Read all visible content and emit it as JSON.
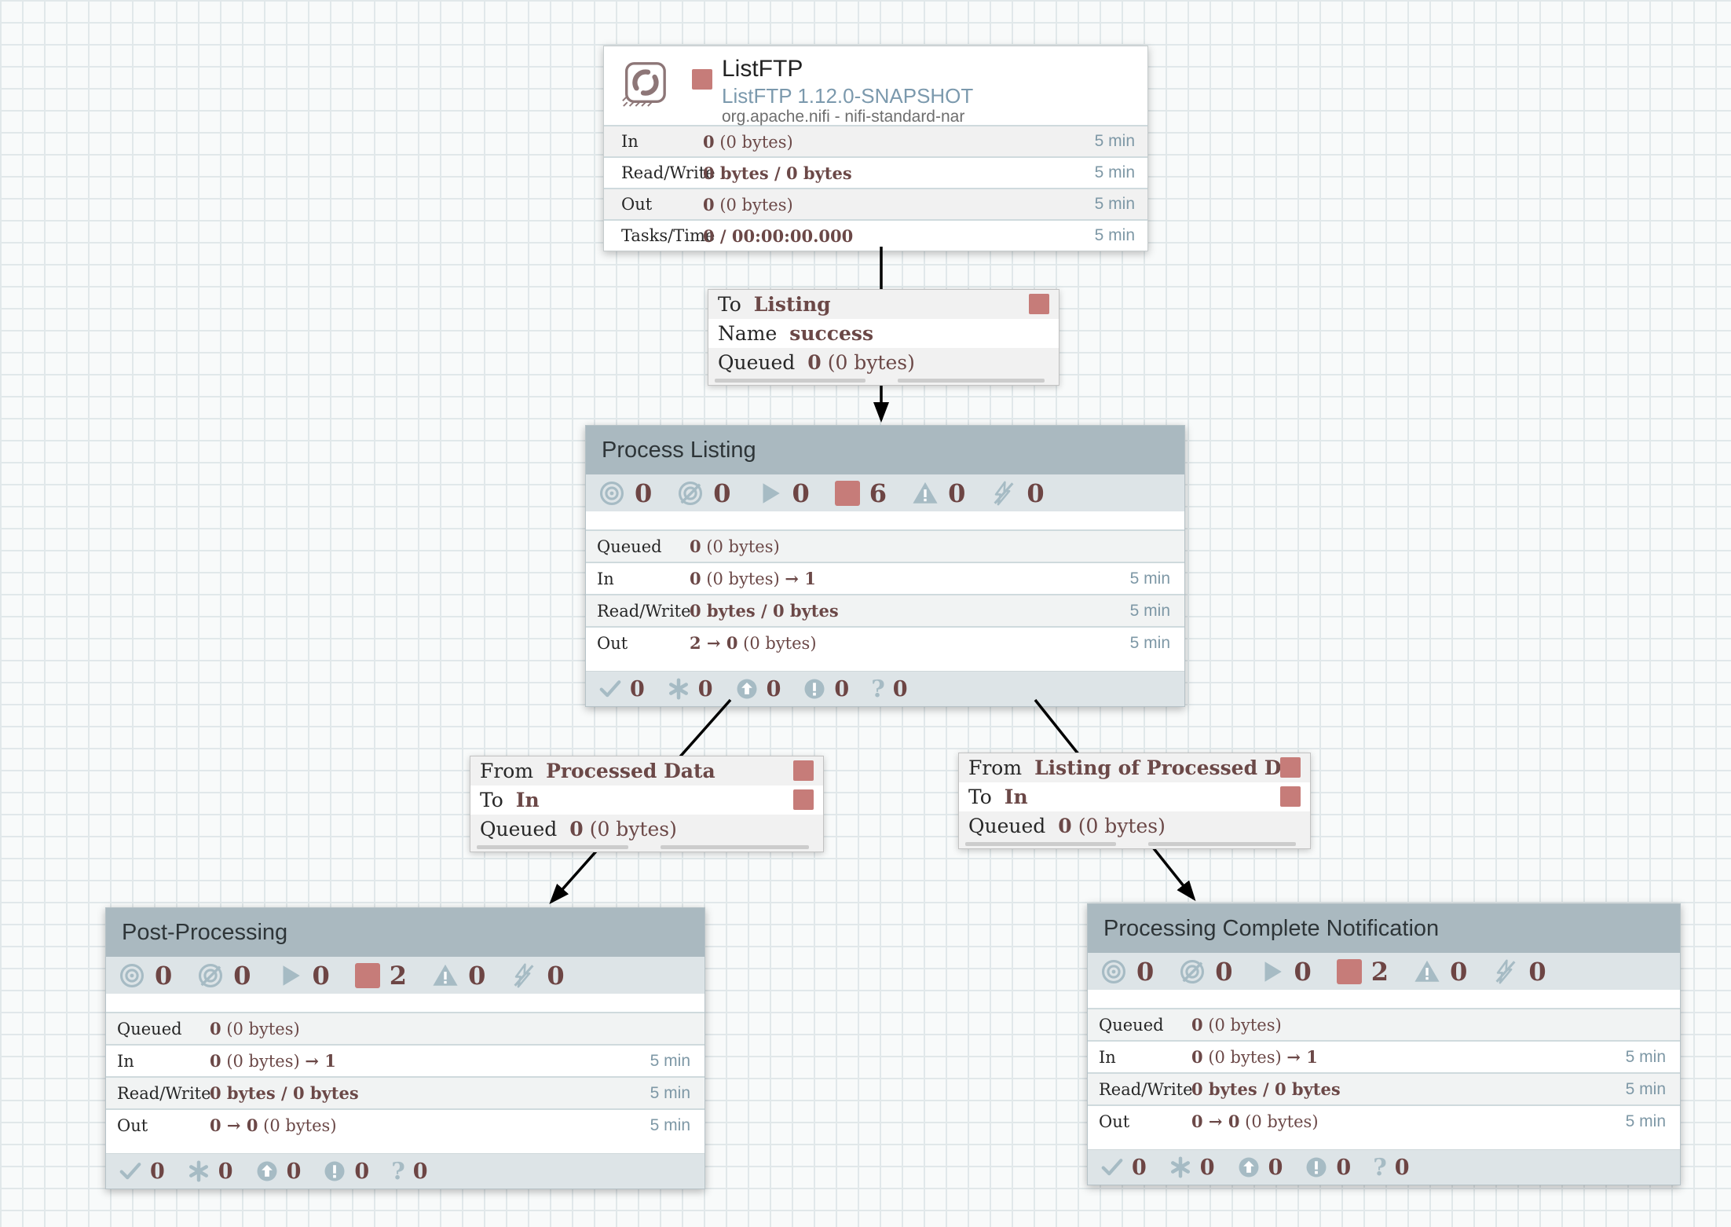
{
  "colors": {
    "stopped_red": "#c67c79",
    "icon_blue_gray": "#a6bbc4",
    "count_maroon": "#6d4544",
    "time_blue": "#7e98a6",
    "group_header_bg": "#aab9c0",
    "status_bar_bg": "#dde4e7",
    "canvas_bg": "#f8fafa",
    "grid_line": "#e1e8ea",
    "type_link_blue": "#7b99ad"
  },
  "icons": {
    "transmitting": "bullseye-icon",
    "not_transmitting": "bullseye-slash-icon",
    "running": "play-icon",
    "stopped": "red-square-icon",
    "invalid": "warning-triangle-icon",
    "disabled": "lightning-slash-icon",
    "up_to_date": "check-icon",
    "locally_modified": "asterisk-icon",
    "stale": "arrow-up-circle-icon",
    "locally_modified_stale": "exclamation-circle-icon",
    "sync_failure": "question-icon",
    "processor": "stamp-refresh-icon"
  },
  "processor": {
    "name": "ListFTP",
    "type": "ListFTP 1.12.0-SNAPSHOT",
    "bundle": "org.apache.nifi - nifi-standard-nar",
    "rows": [
      {
        "key": "In",
        "v1": "0",
        "v2": "(0 bytes)",
        "v3": "",
        "time": "5 min"
      },
      {
        "key": "Read/Write",
        "v1": "0 bytes / 0 bytes",
        "v2": "",
        "v3": "",
        "time": "5 min"
      },
      {
        "key": "Out",
        "v1": "0",
        "v2": "(0 bytes)",
        "v3": "",
        "time": "5 min"
      },
      {
        "key": "Tasks/Time",
        "v1": "0 / 00:00:00.000",
        "v2": "",
        "v3": "",
        "time": "5 min"
      }
    ]
  },
  "connections": [
    {
      "r1k": "To",
      "r1v": "Listing",
      "r2k": "Name",
      "r2v": "success",
      "qk": "Queued",
      "q1": "0",
      "q2": "(0 bytes)"
    },
    {
      "r1k": "From",
      "r1v": "Processed Data",
      "r2k": "To",
      "r2v": "In",
      "qk": "Queued",
      "q1": "0",
      "q2": "(0 bytes)"
    },
    {
      "r1k": "From",
      "r1v": "Listing of Processed D…",
      "r2k": "To",
      "r2v": "In",
      "qk": "Queued",
      "q1": "0",
      "q2": "(0 bytes)"
    }
  ],
  "groups": [
    {
      "name": "Process Listing",
      "status": {
        "transmitting": "0",
        "not_transmitting": "0",
        "running": "0",
        "stopped": "6",
        "invalid": "0",
        "disabled": "0"
      },
      "rows": [
        {
          "key": "Queued",
          "v1": "0",
          "v2": "(0 bytes)",
          "v3": "",
          "time": ""
        },
        {
          "key": "In",
          "v1": "0",
          "v2": "(0 bytes)",
          "v3": "→ 1",
          "time": "5 min"
        },
        {
          "key": "Read/Write",
          "v1": "0 bytes / 0 bytes",
          "v2": "",
          "v3": "",
          "time": "5 min"
        },
        {
          "key": "Out",
          "v1": "2 → 0",
          "v2": "(0 bytes)",
          "v3": "",
          "time": "5 min"
        }
      ],
      "footer": {
        "up_to_date": "0",
        "locally_modified": "0",
        "stale": "0",
        "locally_modified_stale": "0",
        "sync_failure": "0"
      }
    },
    {
      "name": "Post-Processing",
      "status": {
        "transmitting": "0",
        "not_transmitting": "0",
        "running": "0",
        "stopped": "2",
        "invalid": "0",
        "disabled": "0"
      },
      "rows": [
        {
          "key": "Queued",
          "v1": "0",
          "v2": "(0 bytes)",
          "v3": "",
          "time": ""
        },
        {
          "key": "In",
          "v1": "0",
          "v2": "(0 bytes)",
          "v3": "→ 1",
          "time": "5 min"
        },
        {
          "key": "Read/Write",
          "v1": "0 bytes / 0 bytes",
          "v2": "",
          "v3": "",
          "time": "5 min"
        },
        {
          "key": "Out",
          "v1": "0 → 0",
          "v2": "(0 bytes)",
          "v3": "",
          "time": "5 min"
        }
      ],
      "footer": {
        "up_to_date": "0",
        "locally_modified": "0",
        "stale": "0",
        "locally_modified_stale": "0",
        "sync_failure": "0"
      }
    },
    {
      "name": "Processing Complete Notification",
      "status": {
        "transmitting": "0",
        "not_transmitting": "0",
        "running": "0",
        "stopped": "2",
        "invalid": "0",
        "disabled": "0"
      },
      "rows": [
        {
          "key": "Queued",
          "v1": "0",
          "v2": "(0 bytes)",
          "v3": "",
          "time": ""
        },
        {
          "key": "In",
          "v1": "0",
          "v2": "(0 bytes)",
          "v3": "→ 1",
          "time": "5 min"
        },
        {
          "key": "Read/Write",
          "v1": "0 bytes / 0 bytes",
          "v2": "",
          "v3": "",
          "time": "5 min"
        },
        {
          "key": "Out",
          "v1": "0 → 0",
          "v2": "(0 bytes)",
          "v3": "",
          "time": "5 min"
        }
      ],
      "footer": {
        "up_to_date": "0",
        "locally_modified": "0",
        "stale": "0",
        "locally_modified_stale": "0",
        "sync_failure": "0"
      }
    }
  ]
}
